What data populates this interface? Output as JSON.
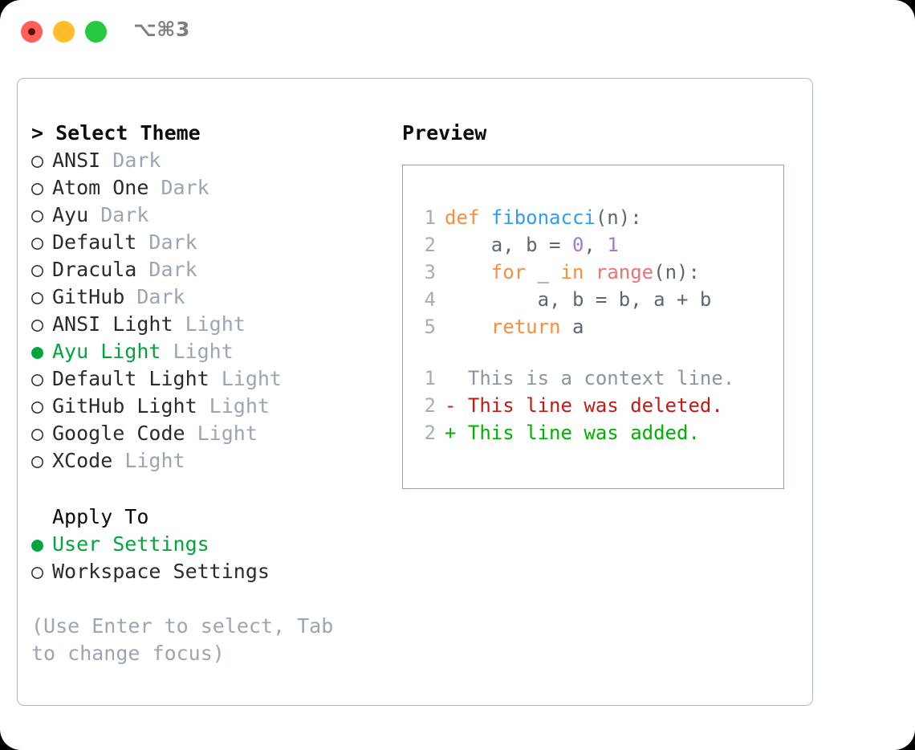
{
  "titlebar": {
    "dots": [
      {
        "name": "close-dot",
        "color": "#ff5f57"
      },
      {
        "name": "minimize-dot",
        "color": "#ffbd2e"
      },
      {
        "name": "maximize-dot",
        "color": "#28c840"
      }
    ],
    "shortcut": "⌥⌘3"
  },
  "theme_picker": {
    "header_prefix": "> ",
    "header": "Select Theme",
    "bullet_unselected": "○",
    "bullet_selected": "●",
    "items": [
      {
        "bullet": "○",
        "name": "ANSI",
        "category": "Dark",
        "selected": false
      },
      {
        "bullet": "○",
        "name": "Atom One",
        "category": "Dark",
        "selected": false
      },
      {
        "bullet": "○",
        "name": "Ayu",
        "category": "Dark",
        "selected": false
      },
      {
        "bullet": "○",
        "name": "Default",
        "category": "Dark",
        "selected": false
      },
      {
        "bullet": "○",
        "name": "Dracula",
        "category": "Dark",
        "selected": false
      },
      {
        "bullet": "○",
        "name": "GitHub",
        "category": "Dark",
        "selected": false
      },
      {
        "bullet": "○",
        "name": "ANSI Light",
        "category": "Light",
        "selected": false
      },
      {
        "bullet": "●",
        "name": "Ayu Light",
        "category": "Light",
        "selected": true
      },
      {
        "bullet": "○",
        "name": "Default Light",
        "category": "Light",
        "selected": false
      },
      {
        "bullet": "○",
        "name": "GitHub Light",
        "category": "Light",
        "selected": false
      },
      {
        "bullet": "○",
        "name": "Google Code",
        "category": "Light",
        "selected": false
      },
      {
        "bullet": "○",
        "name": "XCode",
        "category": "Light",
        "selected": false
      }
    ]
  },
  "apply_to": {
    "title": "Apply To",
    "items": [
      {
        "bullet": "●",
        "name": "User Settings",
        "selected": true
      },
      {
        "bullet": "○",
        "name": "Workspace Settings",
        "selected": false
      }
    ]
  },
  "hint": "(Use Enter to select, Tab to change focus)",
  "preview": {
    "title": "Preview",
    "code_lines": [
      {
        "ln": "1",
        "tokens": [
          {
            "t": "def",
            "c": "kw"
          },
          {
            "t": " ",
            "c": "punc"
          },
          {
            "t": "fibonacci",
            "c": "fn"
          },
          {
            "t": "(n):",
            "c": "punc"
          }
        ]
      },
      {
        "ln": "2",
        "tokens": [
          {
            "t": "    a, b = ",
            "c": "var"
          },
          {
            "t": "0",
            "c": "num"
          },
          {
            "t": ", ",
            "c": "punc"
          },
          {
            "t": "1",
            "c": "num"
          }
        ]
      },
      {
        "ln": "3",
        "tokens": [
          {
            "t": "    ",
            "c": "punc"
          },
          {
            "t": "for",
            "c": "kw"
          },
          {
            "t": " _ ",
            "c": "var"
          },
          {
            "t": "in",
            "c": "kw"
          },
          {
            "t": " ",
            "c": "punc"
          },
          {
            "t": "range",
            "c": "bi"
          },
          {
            "t": "(n):",
            "c": "punc"
          }
        ]
      },
      {
        "ln": "4",
        "tokens": [
          {
            "t": "        a, b = b, a + b",
            "c": "var"
          }
        ]
      },
      {
        "ln": "5",
        "tokens": [
          {
            "t": "    ",
            "c": "punc"
          },
          {
            "t": "return",
            "c": "kw"
          },
          {
            "t": " a",
            "c": "var"
          }
        ]
      }
    ],
    "diff_lines": [
      {
        "ln": "1",
        "marker": "  ",
        "text": "This is a context line.",
        "kind": "ctx"
      },
      {
        "ln": "2",
        "marker": "- ",
        "text": "This line was deleted.",
        "kind": "del"
      },
      {
        "ln": "2",
        "marker": "+ ",
        "text": "This line was added.",
        "kind": "add"
      }
    ]
  },
  "colors": {
    "accent_green": "#00a63c",
    "muted": "#9ba5b4",
    "keyword": "#fa8d3e",
    "function": "#2e9ef4",
    "number": "#a37acc",
    "builtin": "#f07171",
    "diff_delete": "#c41a16",
    "diff_add": "#00b200",
    "panel_border": "#b2bac6",
    "preview_border": "#96a1b0"
  }
}
